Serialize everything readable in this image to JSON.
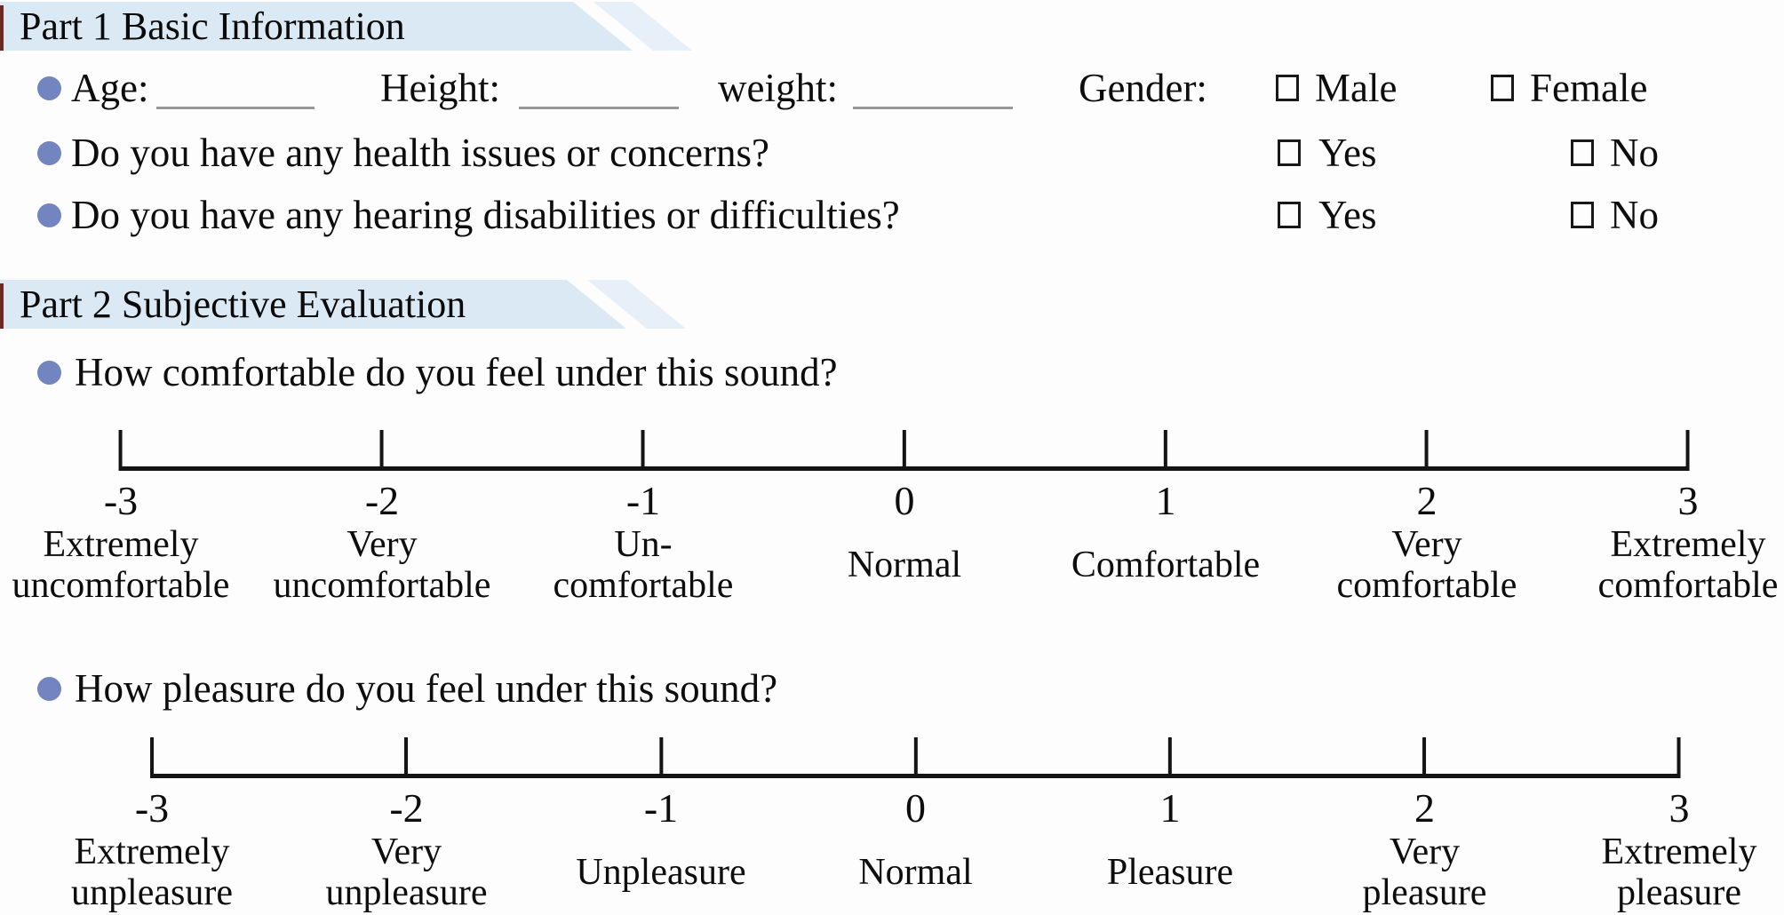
{
  "colors": {
    "banner_bg": "#dbe9f4",
    "banner_tail": "#e7f0f8",
    "edge_strip": "#702824",
    "bullet": "#7385c0",
    "underline": "#979797",
    "ink": "#0d0d0d"
  },
  "part1": {
    "title": "Part 1 Basic Information",
    "demographics": {
      "age_label": "Age:",
      "height_label": "Height:",
      "weight_label": "weight:",
      "gender_label": "Gender:",
      "male_label": "Male",
      "female_label": "Female"
    },
    "q_health": {
      "text": "Do you have any health issues or concerns?",
      "yes_label": "Yes",
      "no_label": "No"
    },
    "q_hearing": {
      "text": "Do you have any hearing disabilities or difficulties?",
      "yes_label": "Yes",
      "no_label": "No"
    }
  },
  "part2": {
    "title": "Part 2 Subjective Evaluation",
    "q_comfort": {
      "text": "How comfortable do you feel under this sound?"
    },
    "comfort_scale": {
      "points": [
        {
          "value": "-3",
          "label": "Extremely\nuncomfortable"
        },
        {
          "value": "-2",
          "label": "Very\nuncomfortable"
        },
        {
          "value": "-1",
          "label": "Un-\ncomfortable"
        },
        {
          "value": "0",
          "label": "Normal"
        },
        {
          "value": "1",
          "label": "Comfortable"
        },
        {
          "value": "2",
          "label": "Very\ncomfortable"
        },
        {
          "value": "3",
          "label": "Extremely\ncomfortable"
        }
      ]
    },
    "q_pleasure": {
      "text": "How pleasure do you feel under this sound?"
    },
    "pleasure_scale": {
      "points": [
        {
          "value": "-3",
          "label": "Extremely\nunpleasure"
        },
        {
          "value": "-2",
          "label": "Very\nunpleasure"
        },
        {
          "value": "-1",
          "label": "Unpleasure"
        },
        {
          "value": "0",
          "label": "Normal"
        },
        {
          "value": "1",
          "label": "Pleasure"
        },
        {
          "value": "2",
          "label": "Very\npleasure"
        },
        {
          "value": "3",
          "label": "Extremely\npleasure"
        }
      ]
    }
  }
}
